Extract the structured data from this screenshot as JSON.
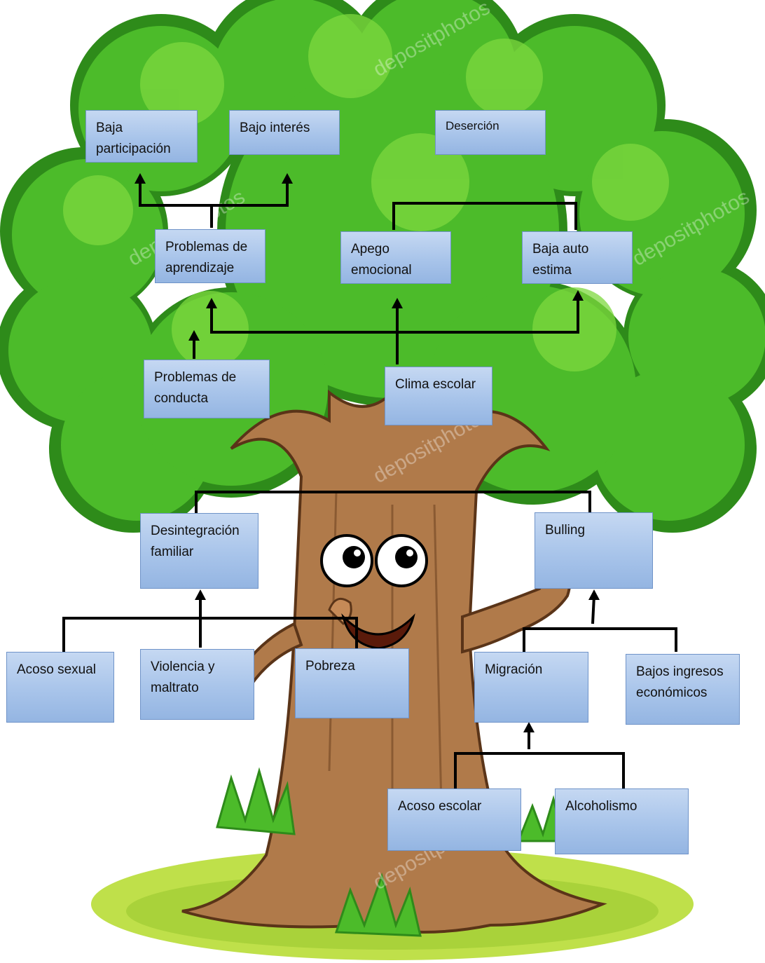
{
  "colors": {
    "foliage_dark": "#2e8b1a",
    "foliage": "#4cbb2a",
    "foliage_light": "#7dd83f",
    "trunk": "#b07a4a",
    "trunk_dark": "#7a4c2a",
    "grass": "#bfe04a",
    "box_fill": "#a8c4ea",
    "box_border": "#6f93c8",
    "connector": "#000000"
  },
  "watermark": "depositphotos",
  "nodes": {
    "baja_participacion": "Baja participación",
    "bajo_interes": "Bajo interés",
    "desercion": "Deserción",
    "problemas_aprendizaje": "Problemas de aprendizaje",
    "apego_emocional": "Apego emocional",
    "baja_autoestima": "Baja auto estima",
    "problemas_conducta": "Problemas de conducta",
    "clima_escolar": "Clima escolar",
    "desintegracion_familiar": "Desintegración familiar",
    "bulling": "Bulling",
    "acoso_sexual": "Acoso sexual",
    "violencia_maltrato": "Violencia y maltrato",
    "pobreza": "Pobreza",
    "migracion": "Migración",
    "bajos_ingresos": "Bajos ingresos económicos",
    "acoso_escolar": "Acoso escolar",
    "alcoholismo": "Alcoholismo"
  }
}
